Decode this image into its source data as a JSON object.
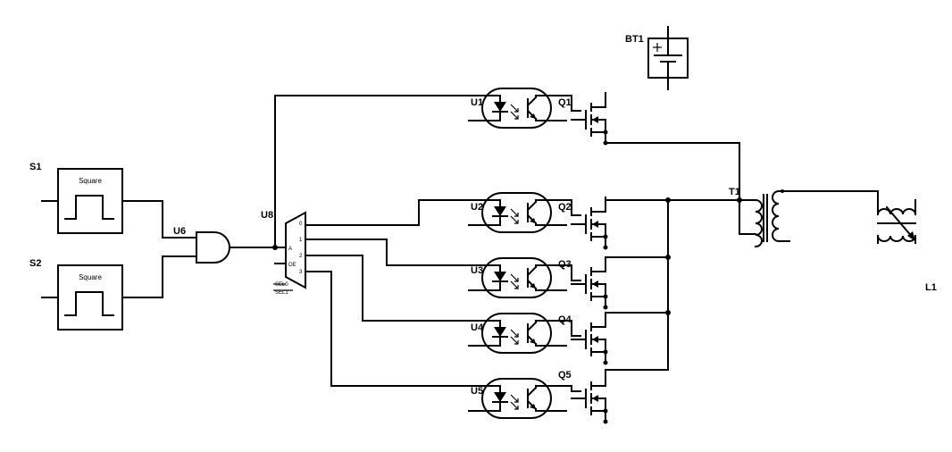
{
  "labels": {
    "bt1": "BT1",
    "s1": "S1",
    "s2": "S2",
    "u1": "U1",
    "u2": "U2",
    "u3": "U3",
    "u4": "U4",
    "u5": "U5",
    "u6": "U6",
    "u8": "U8",
    "q1": "Q1",
    "q2": "Q2",
    "q3": "Q3",
    "q4": "Q4",
    "q5": "Q5",
    "t1": "T1",
    "l1": "L1"
  },
  "sources": {
    "s1_waveform": "Square",
    "s2_waveform": "Square"
  },
  "mux": {
    "out0": "0",
    "out1": "1",
    "out2": "2",
    "out3": "3",
    "in_a": "A",
    "in_oe": "OE",
    "sel0": "SEL0",
    "sel1": "SEL1"
  }
}
